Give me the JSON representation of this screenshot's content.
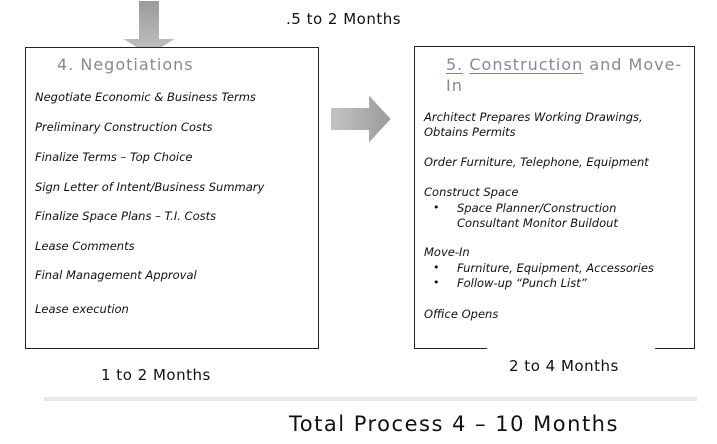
{
  "top_duration": ".5 to 2 Months",
  "negotiations": {
    "title": "4.  Negotiations",
    "items": [
      "Negotiate Economic & Business Terms",
      "Preliminary Construction Costs",
      "Finalize Terms – Top Choice",
      "Sign Letter of Intent/Business Summary",
      "Finalize Space Plans – T.I. Costs",
      "Lease Comments",
      "Final Management Approval",
      "Lease execution"
    ],
    "duration": "1 to 2 Months"
  },
  "construction": {
    "title_number": "5.",
    "title_word": "Construction",
    "title_rest": " and Move-",
    "title_line2": "In",
    "item1_line1": "Architect Prepares Working Drawings,",
    "item1_line2": "Obtains Permits",
    "item2": "Order Furniture, Telephone, Equipment",
    "item3": "Construct Space",
    "item3_sub_line1": "Space Planner/Construction",
    "item3_sub_line2": "Consultant Monitor Buildout",
    "item4": "Move-In",
    "item4_sub1": "Furniture, Equipment, Accessories",
    "item4_sub2": "Follow-up “Punch List”",
    "item5": "Office Opens",
    "duration": "2 to 4 Months"
  },
  "bullet_char": "•",
  "total": "Total Process 4 – 10 Months",
  "colors": {
    "arrow": "#a6a6a6",
    "title_gray": "#8a8a8a",
    "rule": "#e8e8e8"
  }
}
